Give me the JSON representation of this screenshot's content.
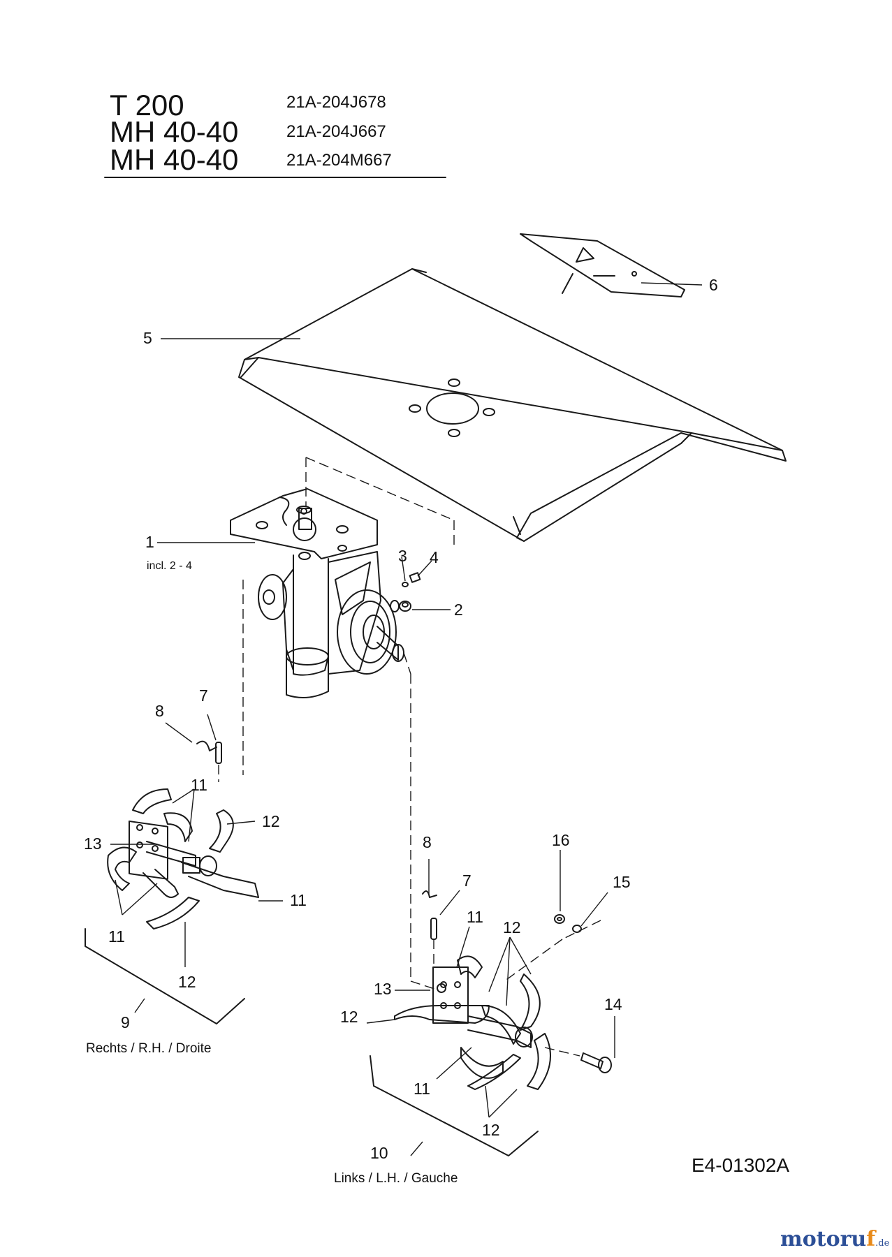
{
  "header": {
    "models": [
      {
        "name": "T 200",
        "code": "21A-204J678"
      },
      {
        "name": "MH 40-40",
        "code": "21A-204J667"
      },
      {
        "name": "MH 40-40",
        "code": "21A-204M667"
      }
    ]
  },
  "callouts": {
    "c1": "1",
    "c2": "2",
    "c3": "3",
    "c4": "4",
    "c5": "5",
    "c6": "6",
    "c7a": "7",
    "c7b": "7",
    "c8a": "8",
    "c8b": "8",
    "c9": "9",
    "c10": "10",
    "c11a": "11",
    "c11b": "11",
    "c11c": "11",
    "c11d": "11",
    "c11e": "11",
    "c12a": "12",
    "c12b": "12",
    "c12c": "12",
    "c12d": "12",
    "c12e": "12",
    "c13a": "13",
    "c13b": "13",
    "c14": "14",
    "c15": "15",
    "c16": "16"
  },
  "notes": {
    "incl": "incl. 2 - 4"
  },
  "sides": {
    "right": "Rechts /  R.H. / Droite",
    "left": "Links /  L.H. / Gauche"
  },
  "reference": "E4-01302A",
  "watermark": {
    "main": "motoru",
    "accent": "f",
    "tld": ".de"
  }
}
